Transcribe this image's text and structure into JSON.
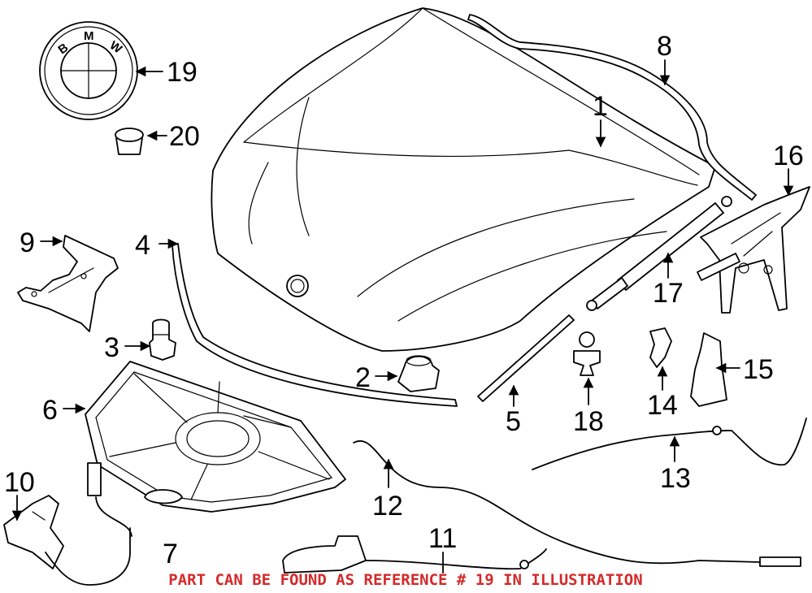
{
  "diagram": {
    "callouts": [
      {
        "id": "1",
        "label": "1"
      },
      {
        "id": "2",
        "label": "2"
      },
      {
        "id": "3",
        "label": "3"
      },
      {
        "id": "4",
        "label": "4"
      },
      {
        "id": "5",
        "label": "5"
      },
      {
        "id": "6",
        "label": "6"
      },
      {
        "id": "7",
        "label": "7"
      },
      {
        "id": "8",
        "label": "8"
      },
      {
        "id": "9",
        "label": "9"
      },
      {
        "id": "10",
        "label": "10"
      },
      {
        "id": "11",
        "label": "11"
      },
      {
        "id": "12",
        "label": "12"
      },
      {
        "id": "13",
        "label": "13"
      },
      {
        "id": "14",
        "label": "14"
      },
      {
        "id": "15",
        "label": "15"
      },
      {
        "id": "16",
        "label": "16"
      },
      {
        "id": "17",
        "label": "17"
      },
      {
        "id": "18",
        "label": "18"
      },
      {
        "id": "19",
        "label": "19"
      },
      {
        "id": "20",
        "label": "20"
      }
    ],
    "emblem_letters": [
      "B",
      "M",
      "W"
    ],
    "notice": "PART CAN BE FOUND AS REFERENCE # 19 IN ILLUSTRATION",
    "colors": {
      "ink": "#000000",
      "notice": "#d42a2a",
      "background": "#ffffff"
    }
  }
}
